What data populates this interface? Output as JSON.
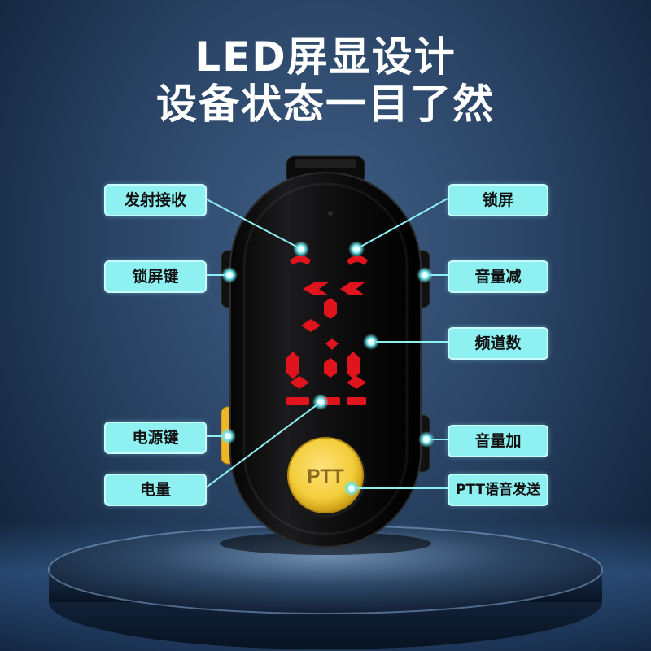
{
  "headline": {
    "line1": "LED屏显设计",
    "line2": "设备状态一目了然"
  },
  "callouts": {
    "tx_rx": "发射接收",
    "lock_screen": "锁屏",
    "lock_key": "锁屏键",
    "volume_down": "音量减",
    "channel_number": "频道数",
    "power_key": "电源键",
    "volume_up": "音量加",
    "battery": "电量",
    "ptt_voice": "PTT语音发送"
  },
  "device": {
    "ptt_label": "PTT",
    "display_digits": "2",
    "led_color": "#e0141c",
    "ptt_color": "#f2cd3a"
  },
  "colors": {
    "callout_fill": "#8ff0f2",
    "callout_text": "#111111",
    "leader_line": "#8ff0f2"
  }
}
